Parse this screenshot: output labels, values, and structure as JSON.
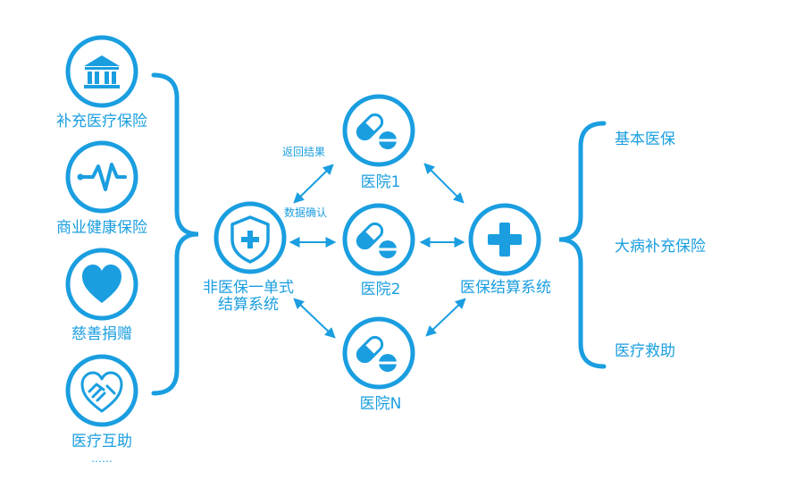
{
  "colors": {
    "primary": "#1a9ee0",
    "background": "#ffffff"
  },
  "left_column": {
    "items": [
      {
        "label": "补充医疗保险",
        "icon": "bank-building-icon"
      },
      {
        "label": "商业健康保险",
        "icon": "heartbeat-pulse-icon"
      },
      {
        "label": "慈善捐赠",
        "icon": "heart-icon"
      },
      {
        "label": "医疗互助",
        "icon": "handshake-heart-icon"
      }
    ],
    "ellipsis": "……"
  },
  "center": {
    "hub_label_line1": "非医保一单式",
    "hub_label_line2": "结算系统",
    "hub_icon": "shield-plus-icon",
    "hospitals": [
      {
        "label": "医院1",
        "icon": "pill-capsule-icon"
      },
      {
        "label": "医院2",
        "icon": "pill-capsule-icon"
      },
      {
        "label": "医院N",
        "icon": "pill-capsule-icon"
      }
    ],
    "return_result_label": "返回结果",
    "data_confirm_label": "数据确认"
  },
  "right_hub": {
    "label": "医保结算系统",
    "icon": "medical-cross-icon"
  },
  "right_column": {
    "items": [
      "基本医保",
      "大病补充保险",
      "医疗救助"
    ]
  }
}
